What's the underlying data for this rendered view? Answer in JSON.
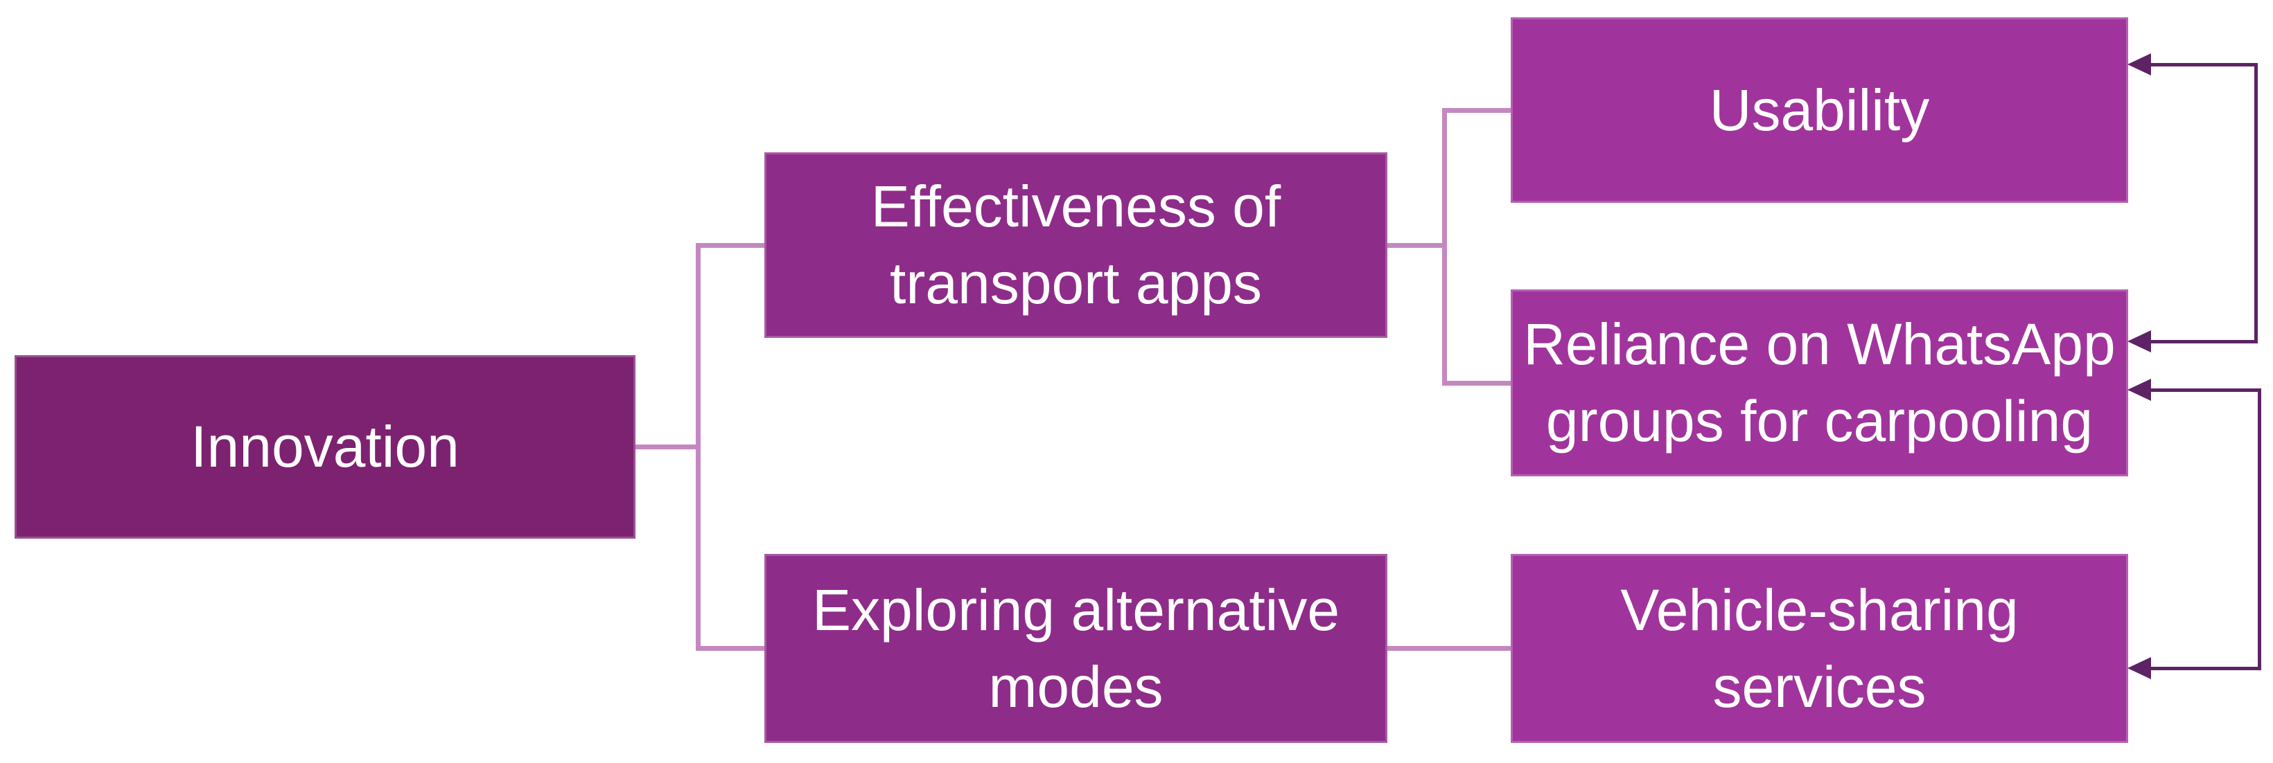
{
  "diagram": {
    "type": "hierarchy",
    "orientation": "left-to-right",
    "background": "#ffffff",
    "nodes": [
      {
        "id": "innovation",
        "label": "Innovation",
        "level": 1
      },
      {
        "id": "effectiveness",
        "label": "Effectiveness of transport apps",
        "level": 2
      },
      {
        "id": "exploring",
        "label": "Exploring alternative modes",
        "level": 2
      },
      {
        "id": "usability",
        "label": "Usability",
        "level": 3
      },
      {
        "id": "reliance",
        "label": "Reliance on WhatsApp groups for carpooling",
        "level": 3
      },
      {
        "id": "vehicle",
        "label": "Vehicle-sharing services",
        "level": 3
      }
    ],
    "edges": [
      {
        "from": "innovation",
        "to": "effectiveness",
        "style": "elbow",
        "color": "light"
      },
      {
        "from": "innovation",
        "to": "exploring",
        "style": "elbow",
        "color": "light"
      },
      {
        "from": "effectiveness",
        "to": "usability",
        "style": "elbow",
        "color": "light"
      },
      {
        "from": "effectiveness",
        "to": "reliance",
        "style": "elbow",
        "color": "light"
      },
      {
        "from": "exploring",
        "to": "vehicle",
        "style": "straight",
        "color": "light"
      },
      {
        "between": [
          "usability",
          "reliance"
        ],
        "style": "bracket",
        "color": "dark",
        "arrowheads": "both-into-boxes"
      },
      {
        "between": [
          "reliance",
          "vehicle"
        ],
        "style": "bracket",
        "color": "dark",
        "arrowheads": "both-into-boxes"
      }
    ]
  },
  "theme": {
    "level1-fill": "#7C2270",
    "level2-fill": "#8E2C89",
    "level3-fill": "#A0349C",
    "light-line": "#C488C0",
    "dark-line": "#5E2364",
    "text-color": "#ffffff"
  }
}
